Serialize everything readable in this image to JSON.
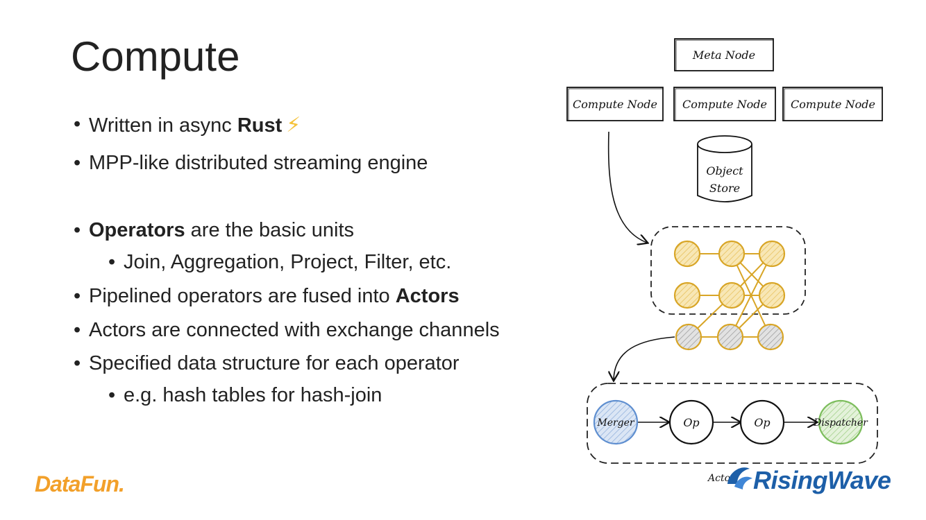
{
  "slide": {
    "title": "Compute",
    "bullets": [
      {
        "pre": "Written in async ",
        "bold": "Rust",
        "post": ""
      },
      {
        "pre": "MPP-like distributed streaming engine",
        "bold": "",
        "post": ""
      },
      {
        "pre": "",
        "bold": "Operators",
        "post": " are the basic units"
      },
      {
        "pre": "Join, Aggregation, Project, Filter, etc.",
        "bold": "",
        "post": ""
      },
      {
        "pre": "Pipelined operators are fused into ",
        "bold": "Actors",
        "post": ""
      },
      {
        "pre": "Actors are connected with exchange channels",
        "bold": "",
        "post": ""
      },
      {
        "pre": "Specified data structure for each operator",
        "bold": "",
        "post": ""
      },
      {
        "pre": "e.g. hash tables for hash-join",
        "bold": "",
        "post": ""
      }
    ],
    "bolt_glyph": "⚡"
  },
  "diagram": {
    "meta_node": "Meta Node",
    "compute_nodes": [
      "Compute Node",
      "Compute Node",
      "Compute Node"
    ],
    "object_store": [
      "Object",
      "Store"
    ],
    "actor_chain": [
      "Merger",
      "Op",
      "Op",
      "Dispatcher"
    ],
    "actor_label": "Actor"
  },
  "logos": {
    "left": "DataFun.",
    "right": "RisingWave"
  },
  "colors": {
    "operator_fill": "#f3d58a",
    "operator_stroke": "#d8a526",
    "exchange_fill": "#cfcfcf",
    "merger": "#a9c3e6",
    "dispatcher": "#b8dba2",
    "datafun": "#f2a02a",
    "risingwave": "#1d5fa8"
  }
}
